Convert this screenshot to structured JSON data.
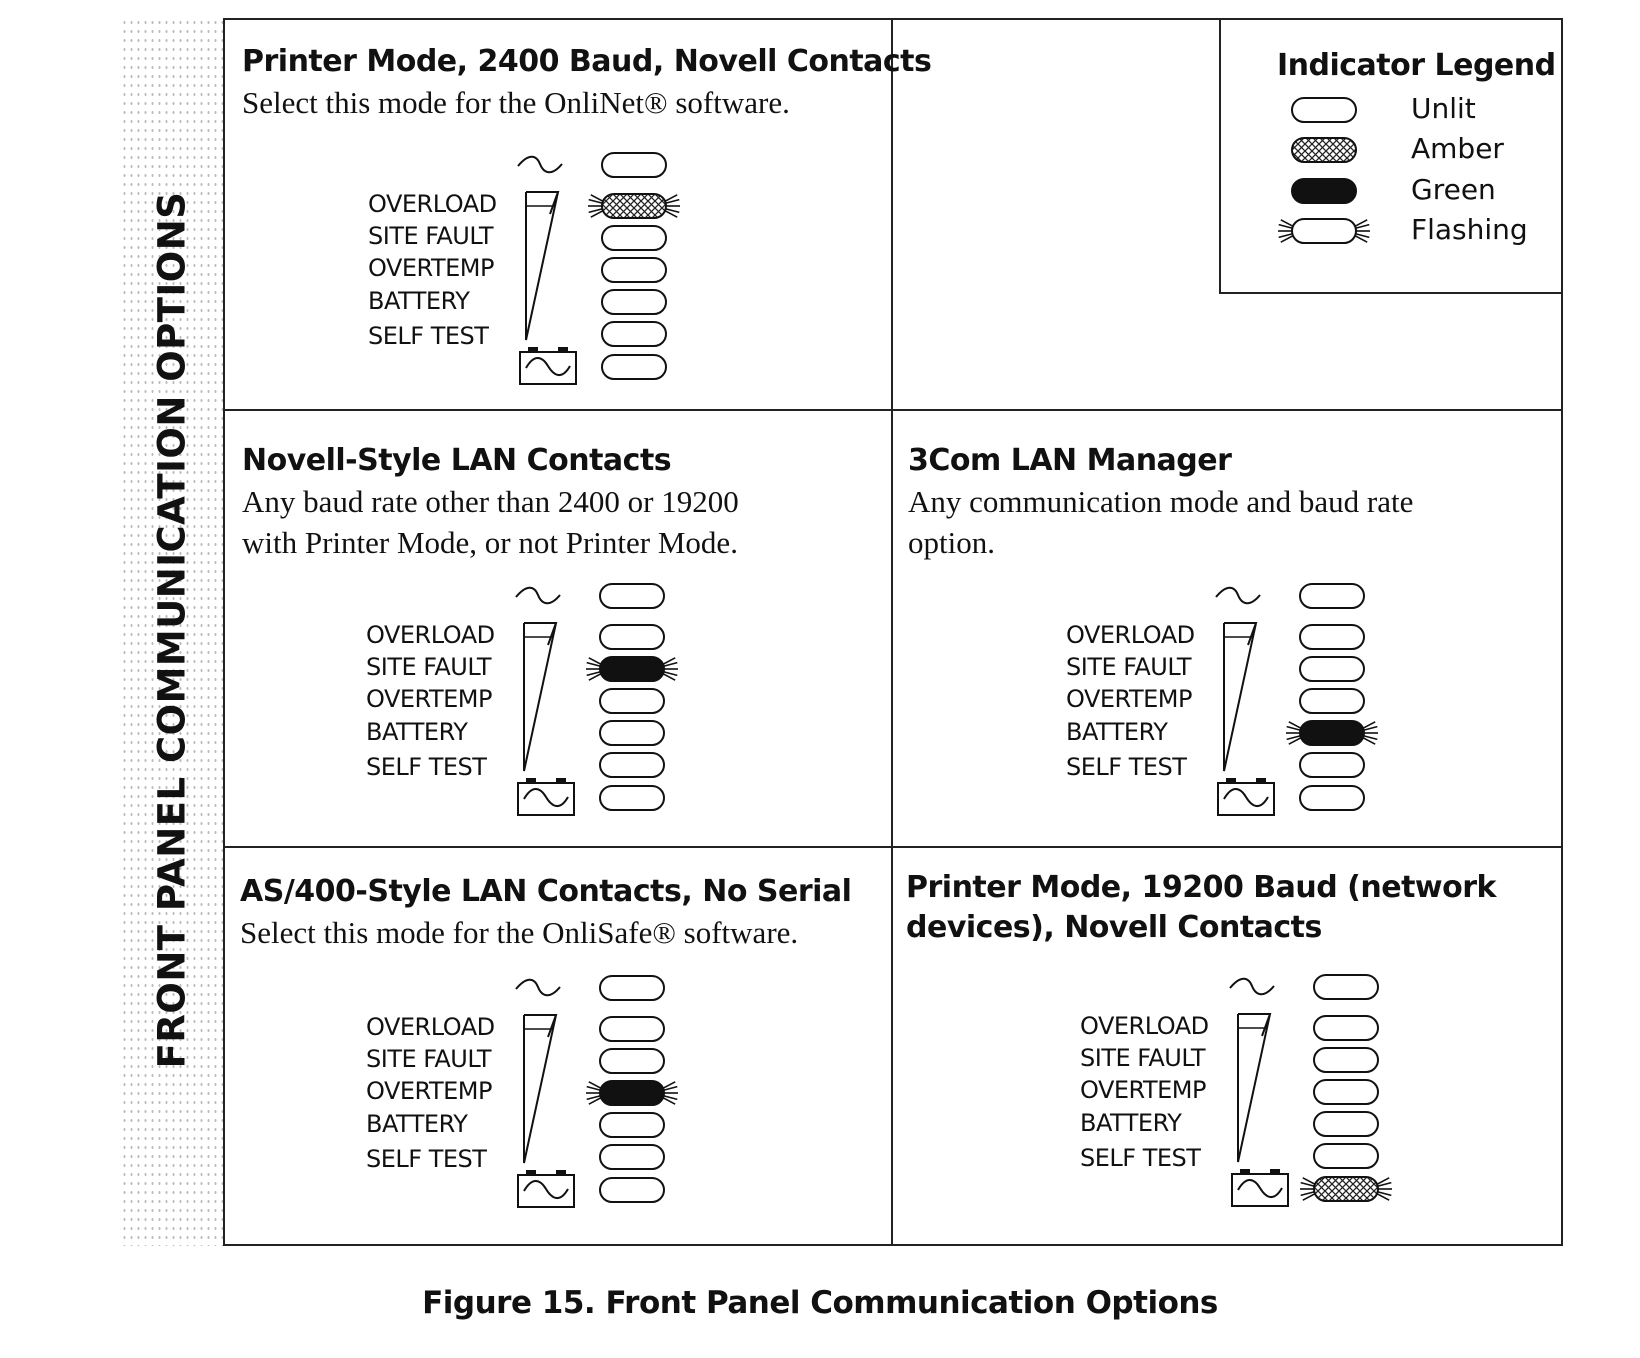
{
  "sidebar": {
    "title": "FRONT PANEL COMMUNICATION OPTIONS"
  },
  "legend": {
    "title": "Indicator Legend",
    "items": [
      {
        "label": "Unlit",
        "state": "unlit"
      },
      {
        "label": "Amber",
        "state": "amber"
      },
      {
        "label": "Green",
        "state": "green"
      },
      {
        "label": "Flashing",
        "state": "flashing"
      }
    ]
  },
  "panels": [
    {
      "title_lines": [
        "Printer Mode, 2400 Baud, Novell Contacts"
      ],
      "desc_lines": [
        "Select this mode for the OnliNet® software."
      ],
      "labels": [
        "OVERLOAD",
        "SITE FAULT",
        "OVERTEMP",
        "BATTERY",
        "SELF TEST"
      ],
      "leds": [
        "unlit",
        "amber-flashing",
        "unlit",
        "unlit",
        "unlit",
        "unlit",
        "unlit"
      ]
    },
    {
      "title_lines": [
        "Novell-Style LAN Contacts"
      ],
      "desc_lines": [
        "Any baud rate other than 2400 or 19200",
        "with Printer Mode, or not Printer Mode."
      ],
      "labels": [
        "OVERLOAD",
        "SITE FAULT",
        "OVERTEMP",
        "BATTERY",
        "SELF TEST"
      ],
      "leds": [
        "unlit",
        "unlit",
        "green-flashing",
        "unlit",
        "unlit",
        "unlit",
        "unlit"
      ]
    },
    {
      "title_lines": [
        "3Com LAN Manager"
      ],
      "desc_lines": [
        "Any communication mode and baud rate",
        "option."
      ],
      "labels": [
        "OVERLOAD",
        "SITE FAULT",
        "OVERTEMP",
        "BATTERY",
        "SELF TEST"
      ],
      "leds": [
        "unlit",
        "unlit",
        "unlit",
        "unlit",
        "green-flashing",
        "unlit",
        "unlit"
      ]
    },
    {
      "title_lines": [
        "AS/400-Style LAN Contacts, No Serial"
      ],
      "desc_lines": [
        "Select this mode for the OnliSafe® software."
      ],
      "labels": [
        "OVERLOAD",
        "SITE FAULT",
        "OVERTEMP",
        "BATTERY",
        "SELF TEST"
      ],
      "leds": [
        "unlit",
        "unlit",
        "unlit",
        "green-flashing",
        "unlit",
        "unlit",
        "unlit"
      ]
    },
    {
      "title_lines": [
        "Printer Mode, 19200 Baud (network",
        "devices), Novell Contacts"
      ],
      "desc_lines": [],
      "labels": [
        "OVERLOAD",
        "SITE FAULT",
        "OVERTEMP",
        "BATTERY",
        "SELF TEST"
      ],
      "leds": [
        "unlit",
        "unlit",
        "unlit",
        "unlit",
        "unlit",
        "unlit",
        "amber-flashing"
      ]
    }
  ],
  "caption": "Figure 15. Front Panel Communication Options"
}
